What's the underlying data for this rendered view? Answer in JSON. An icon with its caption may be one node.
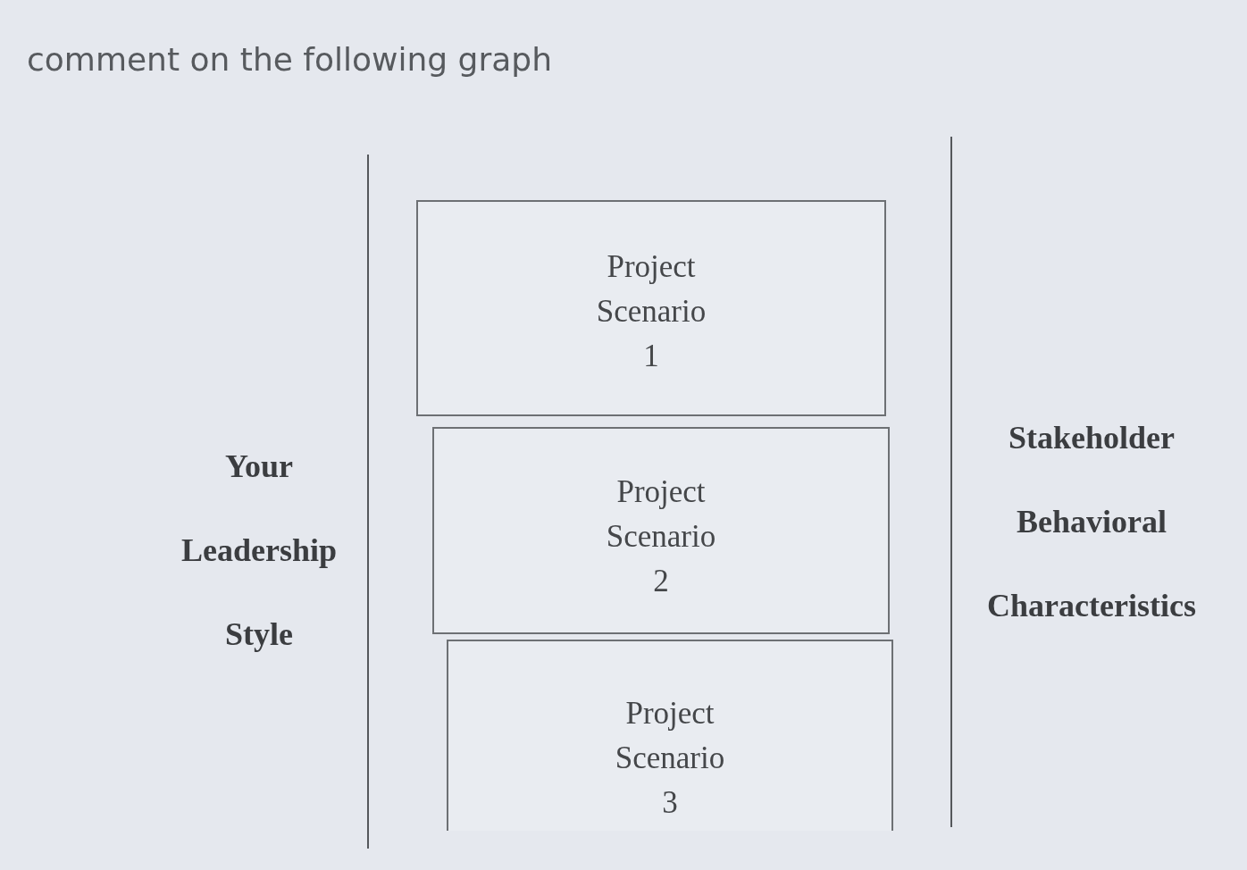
{
  "diagram": {
    "title": "comment on the following graph",
    "nodes": [
      {
        "text": [
          "Project Scenario 1"
        ]
      },
      {
        "text": [
          "Project Scenario 2"
        ]
      },
      {
        "text": [
          "Project Scenario 3"
        ]
      }
    ],
    "edges": [],
    "labels": [
      "Your Leadership Style",
      "Stakeholder Behavioral Characteristics"
    ]
  }
}
